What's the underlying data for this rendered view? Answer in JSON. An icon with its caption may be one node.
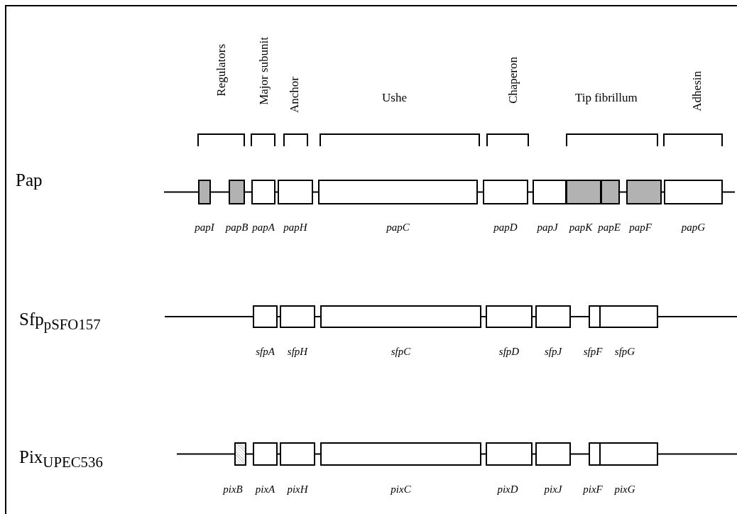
{
  "diagram": {
    "nodes": [
      {
        "text": [],
        "shape": "box",
        "beside": [
          "papI"
        ]
      },
      {
        "text": [],
        "shape": "box",
        "beside": [
          "papB"
        ]
      },
      {
        "text": [],
        "shape": "box",
        "beside": [
          "papA"
        ]
      },
      {
        "text": [],
        "shape": "box",
        "beside": [
          "papH"
        ]
      },
      {
        "text": [],
        "shape": "box",
        "beside": [
          "papC"
        ]
      },
      {
        "text": [],
        "shape": "box",
        "beside": [
          "papD"
        ]
      },
      {
        "text": [],
        "shape": "box",
        "beside": [
          "papJ"
        ]
      },
      {
        "text": [],
        "shape": "box",
        "beside": [
          "papK"
        ]
      },
      {
        "text": [],
        "shape": "box",
        "beside": [
          "papE"
        ]
      },
      {
        "text": [],
        "shape": "box",
        "beside": [
          "papF"
        ]
      },
      {
        "text": [],
        "shape": "box",
        "beside": [
          "papG"
        ]
      },
      {
        "text": [],
        "shape": "box",
        "beside": [
          "sfpA"
        ]
      },
      {
        "text": [],
        "shape": "box",
        "beside": [
          "sfpH"
        ]
      },
      {
        "text": [],
        "shape": "box",
        "beside": [
          "sfpC"
        ]
      },
      {
        "text": [],
        "shape": "box",
        "beside": [
          "sfpD"
        ]
      },
      {
        "text": [],
        "shape": "box",
        "beside": [
          "sfpJ"
        ]
      },
      {
        "text": [],
        "shape": "box",
        "beside": [
          "sfpF"
        ]
      },
      {
        "text": [],
        "shape": "box",
        "beside": [
          "sfpG"
        ]
      },
      {
        "text": [],
        "shape": "box",
        "beside": [
          "pixB"
        ]
      },
      {
        "text": [],
        "shape": "box",
        "beside": [
          "pixA"
        ]
      },
      {
        "text": [],
        "shape": "box",
        "beside": [
          "pixH"
        ]
      },
      {
        "text": [],
        "shape": "box",
        "beside": [
          "pixC"
        ]
      },
      {
        "text": [],
        "shape": "box",
        "beside": [
          "pixD"
        ]
      },
      {
        "text": [],
        "shape": "box",
        "beside": [
          "pixJ"
        ]
      },
      {
        "text": [],
        "shape": "box",
        "beside": [
          "pixF"
        ]
      },
      {
        "text": [],
        "shape": "box",
        "beside": [
          "pixG"
        ]
      }
    ],
    "labels": [
      "Regulators",
      "Major subunit",
      "Anchor",
      "Ushe",
      "Chaperon",
      "Tip fibrillum",
      "Adhesin",
      "Pap",
      "Sfp$_{pSFO157}$",
      "Pix$_{UPEC536}$"
    ]
  }
}
